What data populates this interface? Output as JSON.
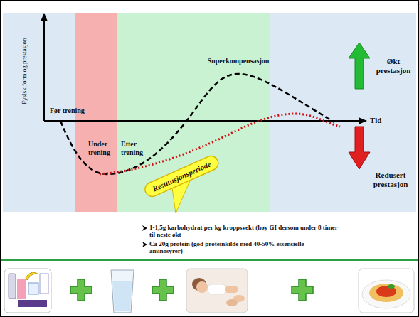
{
  "diagram": {
    "nodes": [
      {
        "text": [
          "Restitusjonsperiode"
        ]
      }
    ],
    "labels": [
      "Fysisk form og prestasjon",
      "Før trening",
      "Under trening",
      "Etter trening",
      "Superkompensasjon",
      "Økt prestasjon",
      "Redusert prestasjon",
      "Tid",
      "1-1,5g karbohydrat per kg kroppsvekt (høy GI dersom under 8 timer til neste økt",
      "Ca 20g protein (god proteinkilde med 40-50% essensielle aminosyrer)"
    ]
  }
}
